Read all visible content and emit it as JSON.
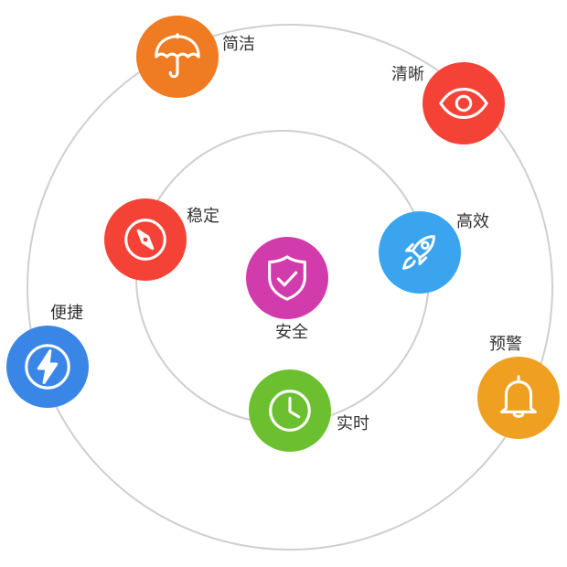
{
  "colors": {
    "ring": "#cfcfcf",
    "orange": "#ef7b22",
    "red": "#f44336",
    "blue": "#3aa5ee",
    "magenta": "#d23bab",
    "green": "#6cc030",
    "royal_blue": "#3a86e6",
    "amber": "#f0a020"
  },
  "nodes": [
    {
      "key": "jianjie",
      "label": "简洁",
      "icon": "umbrella-icon",
      "color": "#ef7b22"
    },
    {
      "key": "qingxi",
      "label": "清晰",
      "icon": "eye-icon",
      "color": "#f44336"
    },
    {
      "key": "wending",
      "label": "稳定",
      "icon": "compass-icon",
      "color": "#f44336"
    },
    {
      "key": "gaoxiao",
      "label": "高效",
      "icon": "rocket-icon",
      "color": "#3aa5ee"
    },
    {
      "key": "anquan",
      "label": "安全",
      "icon": "shield-check-icon",
      "color": "#d23bab"
    },
    {
      "key": "bianjie",
      "label": "便捷",
      "icon": "lightning-icon",
      "color": "#3a86e6"
    },
    {
      "key": "yujing",
      "label": "预警",
      "icon": "bell-icon",
      "color": "#f0a020"
    },
    {
      "key": "shishi",
      "label": "实时",
      "icon": "clock-icon",
      "color": "#6cc030"
    }
  ]
}
